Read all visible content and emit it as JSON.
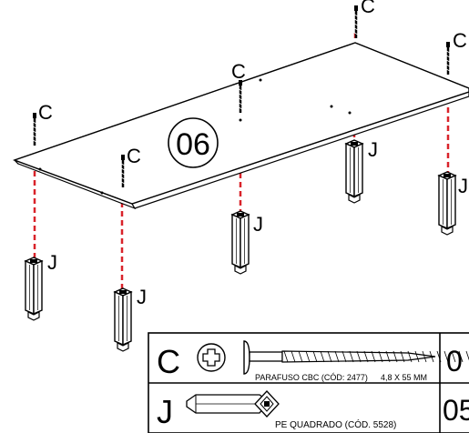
{
  "step": {
    "number": "06"
  },
  "labels": {
    "screw": "C",
    "foot": "J"
  },
  "parts_table": {
    "rows": [
      {
        "letter": "C",
        "description": "PARAFUSO CBC (CÓD: 2477)",
        "size": "4,8 X 55 MM",
        "qty": "0"
      },
      {
        "letter": "J",
        "description": "PE QUADRADO (CÓD. 5528)",
        "size": "",
        "qty": "05"
      }
    ]
  },
  "colors": {
    "guide_line": "#d9232a",
    "ink": "#000000",
    "paper": "#ffffff"
  }
}
